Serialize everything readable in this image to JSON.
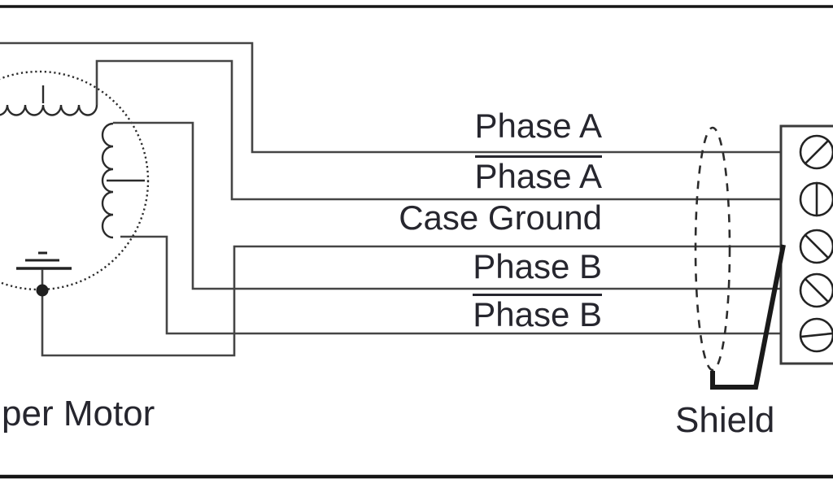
{
  "diagram": {
    "caption_motor": "per Motor",
    "caption_shield": "Shield",
    "wires": [
      {
        "id": "phase-a",
        "label": "Phase A",
        "overline": false
      },
      {
        "id": "phase-a-bar",
        "label": "Phase A",
        "overline": true
      },
      {
        "id": "case-ground",
        "label": "Case Ground",
        "overline": false
      },
      {
        "id": "phase-b",
        "label": "Phase B",
        "overline": false
      },
      {
        "id": "phase-b-bar",
        "label": "Phase B",
        "overline": true
      }
    ],
    "terminals": [
      {
        "slot_angle_deg": 45
      },
      {
        "slot_angle_deg": 90
      },
      {
        "slot_angle_deg": -45
      },
      {
        "slot_angle_deg": -45
      },
      {
        "slot_angle_deg": 6
      }
    ],
    "colors": {
      "ink": "#26262e",
      "wire": "#454545",
      "border": "#151515",
      "background": "#ffffff"
    }
  }
}
